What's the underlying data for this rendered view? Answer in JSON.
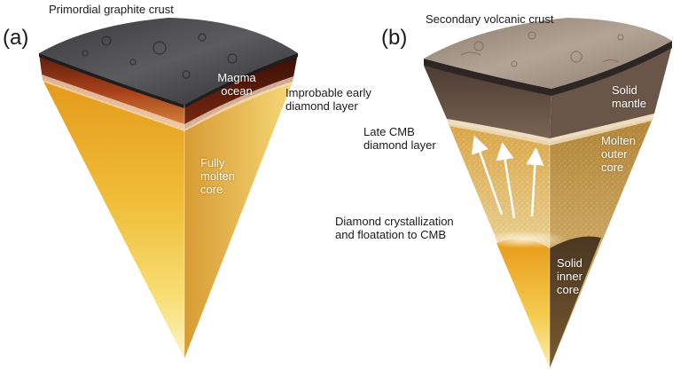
{
  "panel_a": {
    "label": "(a)",
    "crust_label": "Primordial graphite crust",
    "magma_label_1": "Magma",
    "magma_label_2": "ocean",
    "diamond_label_1": "Improbable early",
    "diamond_label_2": "diamond layer",
    "core_label_1": "Fully",
    "core_label_2": "molten",
    "core_label_3": "core"
  },
  "panel_b": {
    "label": "(b)",
    "crust_label": "Secondary volcanic crust",
    "mantle_label_1": "Solid",
    "mantle_label_2": "mantle",
    "cmb_label_1": "Late CMB",
    "cmb_label_2": "diamond layer",
    "outer_label_1": "Molten",
    "outer_label_2": "outer",
    "outer_label_3": "core",
    "cryst_label_1": "Diamond crystallization",
    "cryst_label_2": "and floatation to CMB",
    "inner_label_1": "Solid",
    "inner_label_2": "inner",
    "inner_label_3": "core"
  },
  "colors": {
    "crust_dark": "#4a4a4c",
    "magma": "#8a2a10",
    "core_yellow": "#e6a21c",
    "mantle_brown": "#5e4a3e",
    "volcanic_crust": "#a08e80",
    "inner_core": "#e9a825"
  }
}
